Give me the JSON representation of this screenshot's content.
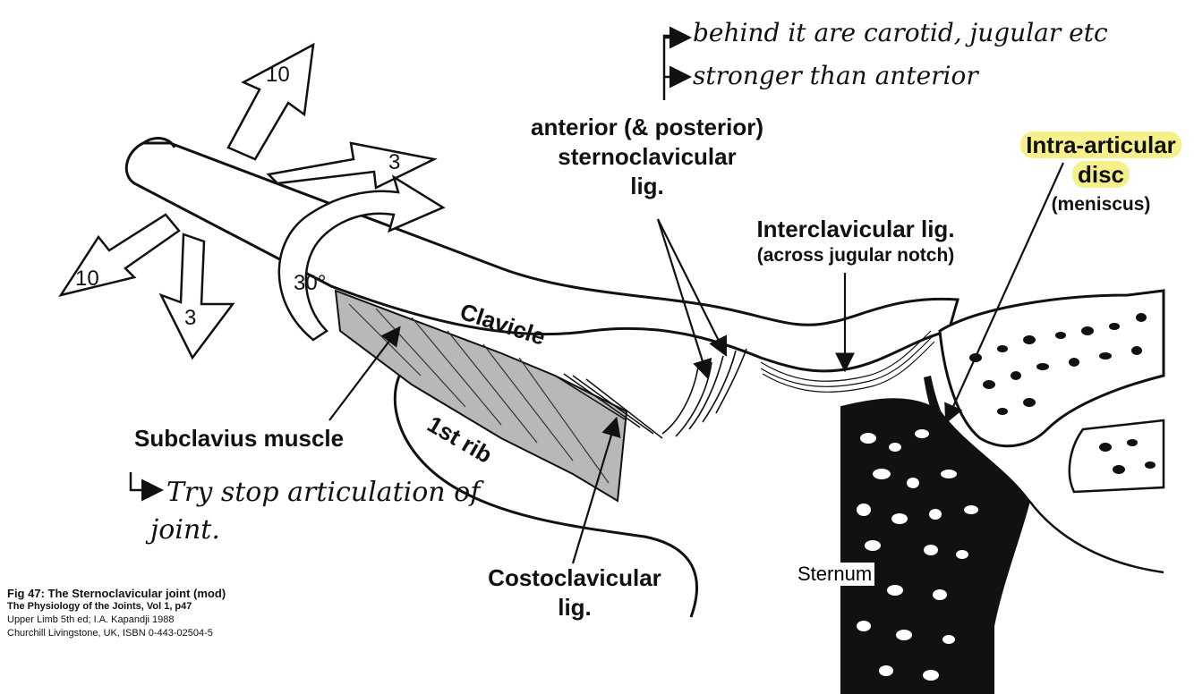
{
  "labels": {
    "ant_post_line1": "anterior (& posterior)",
    "ant_post_line2": "sternoclavicular",
    "ant_post_line3": "lig.",
    "intra_line1": "Intra-articular",
    "intra_line2": "disc",
    "intra_line3": "(meniscus)",
    "interclav_line1": "Interclavicular lig.",
    "interclav_line2": "(across jugular notch)",
    "clavicle": "Clavicle",
    "first_rib": "1st rib",
    "subclavius": "Subclavius muscle",
    "costo_line1": "Costoclavicular",
    "costo_line2": "lig.",
    "sternum": "Sternum"
  },
  "motion_arrows": {
    "up": "10",
    "forward": "3",
    "rotation": "30°",
    "back": "10",
    "down": "3"
  },
  "handwritten": {
    "note1": "behind it are carotid, jugular etc",
    "note2": "stronger than anterior",
    "note3_line1": "Try stop articulation of",
    "note3_line2": "joint."
  },
  "caption": {
    "line1": "Fig 47: The Sternoclavicular joint (mod)",
    "line2": "The Physiology of the Joints, Vol 1, p47",
    "line3": "Upper Limb 5th ed; I.A. Kapandji 1988",
    "line4": "Churchill Livingstone, UK,  ISBN 0-443-02504-5"
  },
  "colors": {
    "highlight": "#f6f08a",
    "muscle_gray": "#b8b8b8",
    "ink": "#111111"
  }
}
